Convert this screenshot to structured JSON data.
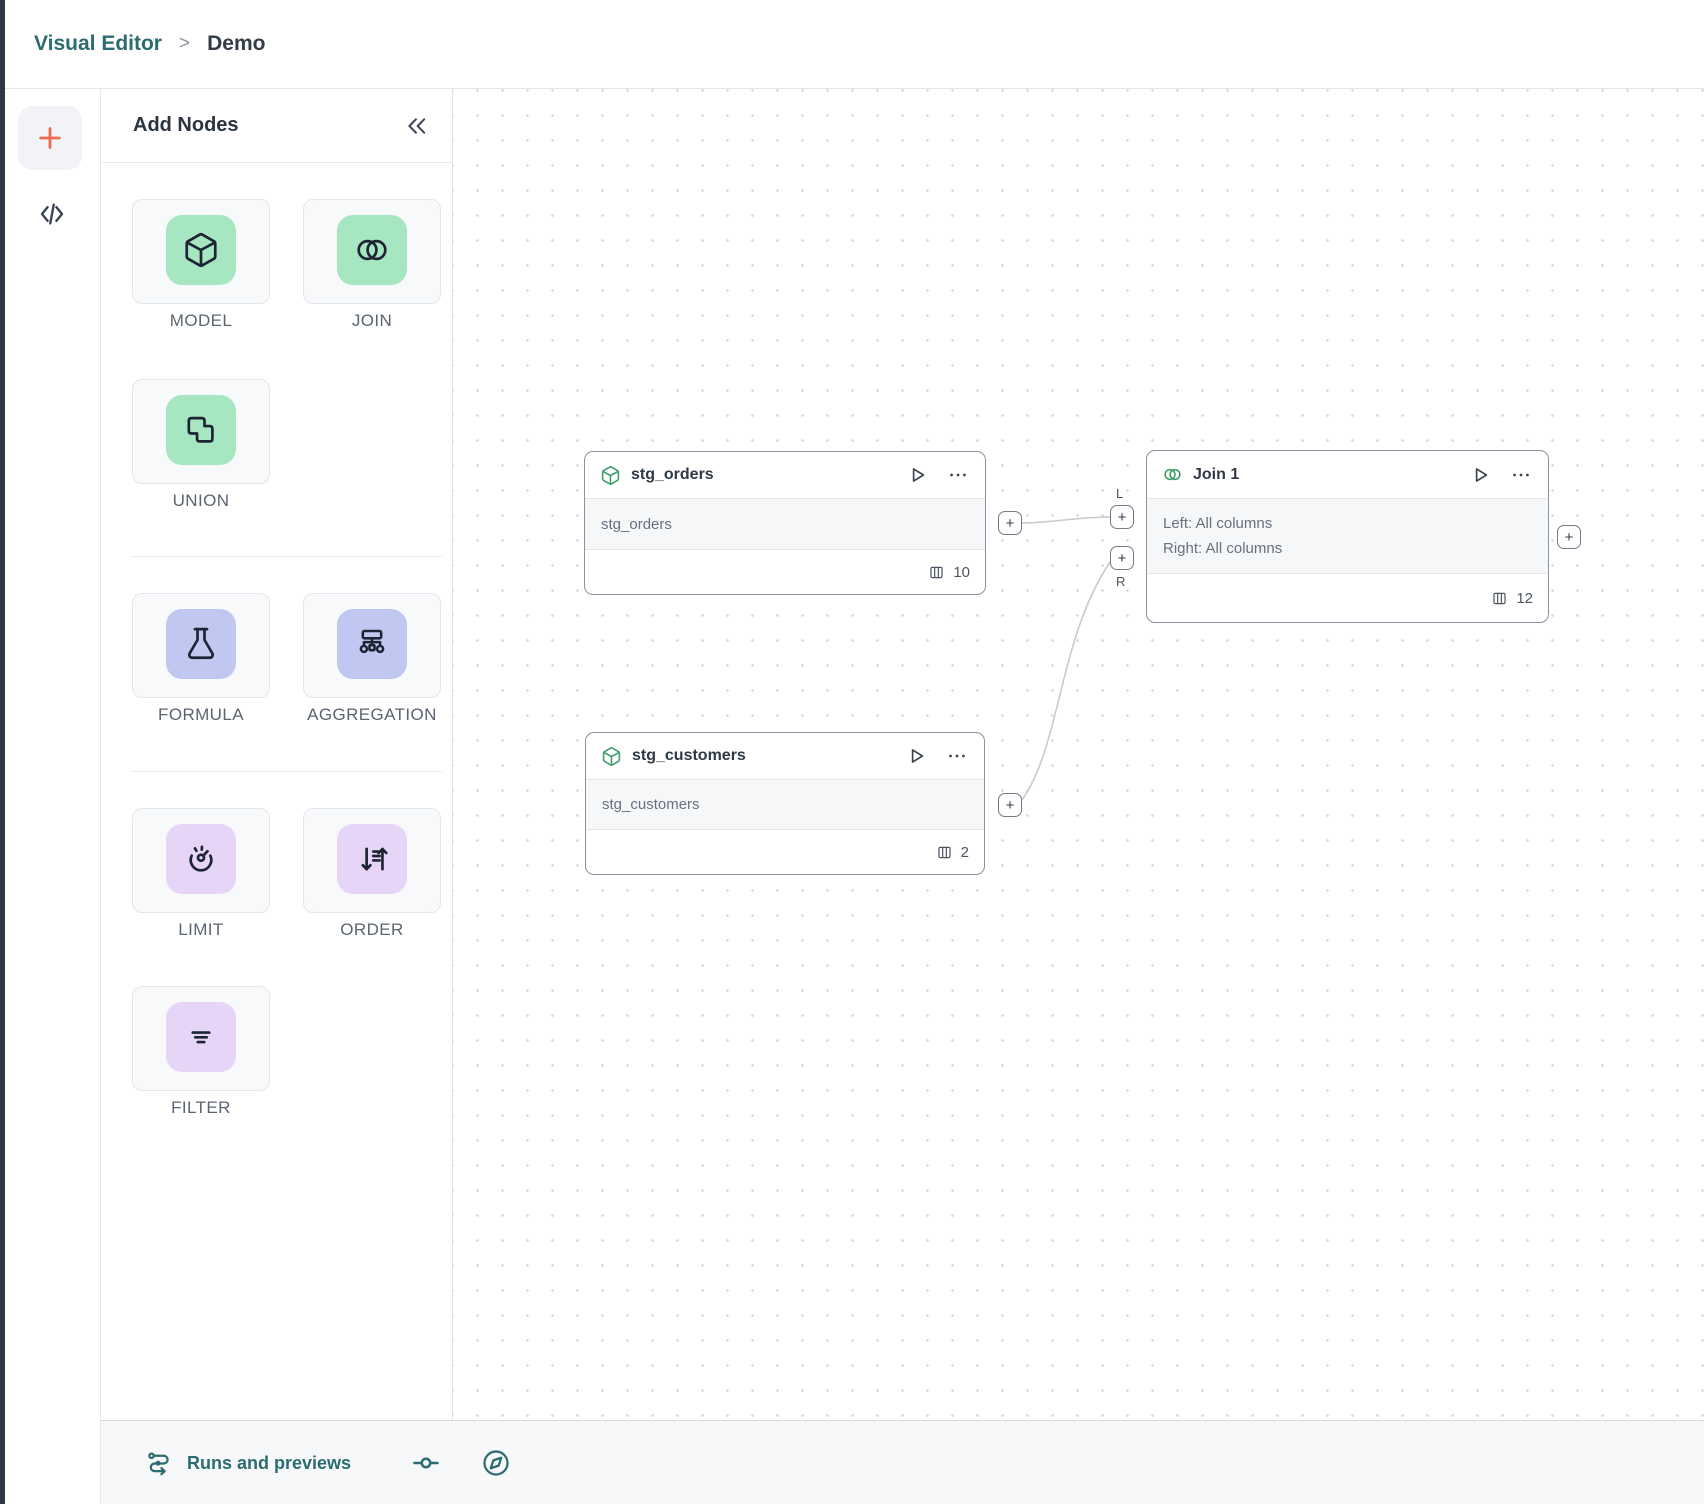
{
  "breadcrumb": {
    "root": "Visual Editor",
    "separator": ">",
    "page": "Demo"
  },
  "sidebar": {
    "title": "Add Nodes",
    "tiles": [
      {
        "label": "MODEL",
        "icon": "cube-icon",
        "tone": "green"
      },
      {
        "label": "JOIN",
        "icon": "venn-icon",
        "tone": "green"
      },
      {
        "label": "UNION",
        "icon": "union-shape-icon",
        "tone": "green"
      },
      {
        "label": "FORMULA",
        "icon": "flask-icon",
        "tone": "blue"
      },
      {
        "label": "AGGREGATION",
        "icon": "sitemap-icon",
        "tone": "blue"
      },
      {
        "label": "LIMIT",
        "icon": "gauge-icon",
        "tone": "purple"
      },
      {
        "label": "ORDER",
        "icon": "sort-icon",
        "tone": "purple"
      },
      {
        "label": "FILTER",
        "icon": "filter-lines-icon",
        "tone": "purple"
      }
    ]
  },
  "canvas": {
    "nodes": [
      {
        "title": "stg_orders",
        "subtitle": "stg_orders",
        "column_count": "10"
      },
      {
        "title": "stg_customers",
        "subtitle": "stg_customers",
        "column_count": "2"
      },
      {
        "title": "Join 1",
        "body_line1": "Left: All columns",
        "body_line2": "Right: All columns",
        "column_count": "12"
      }
    ],
    "port_labels": {
      "left": "L",
      "right": "R",
      "plus": "+"
    }
  },
  "statusbar": {
    "runs_label": "Runs and previews"
  },
  "colors": {
    "accent_teal": "#2b6c70",
    "coral_plus": "#ee6a4e",
    "tile_green": "#a6e6c1",
    "tile_blue": "#c0c8f2",
    "tile_purple": "#e7d5f8",
    "node_icon_green": "#3f9e68"
  }
}
